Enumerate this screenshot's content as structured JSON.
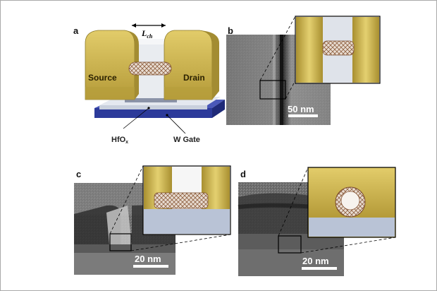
{
  "panels": {
    "a": {
      "label": "a",
      "channel_length_main": "L",
      "channel_length_sub": "ch",
      "source": "Source",
      "drain": "Drain",
      "dielectric_main": "HfO",
      "dielectric_sub": "x",
      "gate": "W Gate"
    },
    "b": {
      "label": "b",
      "scale_bar": "50 nm"
    },
    "c": {
      "label": "c",
      "scale_bar": "20 nm"
    },
    "d": {
      "label": "d",
      "scale_bar": "20 nm"
    }
  },
  "colors": {
    "gold": "#c9b24a",
    "gold_dark": "#9c8a30",
    "substrate_blue": "#2c3a9a",
    "insulator_gray": "#b9c3d6",
    "nanotube": "#a06a44"
  }
}
